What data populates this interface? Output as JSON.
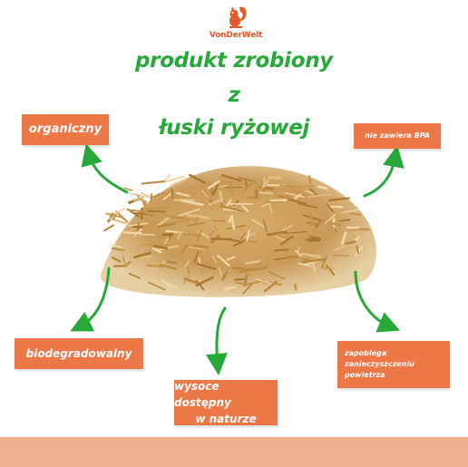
{
  "brand": {
    "logo_text": "VonDerWelt"
  },
  "headline": {
    "line1": "produkt zrobiony",
    "line2": "z",
    "line3": "łuski ryżowej"
  },
  "features": {
    "organic": "organiczny",
    "no_bpa": "nie zawiera BPA",
    "biodegradable": "biodegradowalny",
    "available_line1": "wysoce dostępny",
    "available_line2": "w naturze",
    "air_line1": "zapobiega",
    "air_line2": "zanieczyszczeniu",
    "air_line3": "powietrza"
  },
  "colors": {
    "headline_green": "#27a93a",
    "tag_orange": "#ec7848",
    "logo_orange": "#e25a2b",
    "footer_bar": "#f0b08f"
  },
  "icons": [
    "squirrel-logo-icon",
    "curved-arrow-icon"
  ]
}
